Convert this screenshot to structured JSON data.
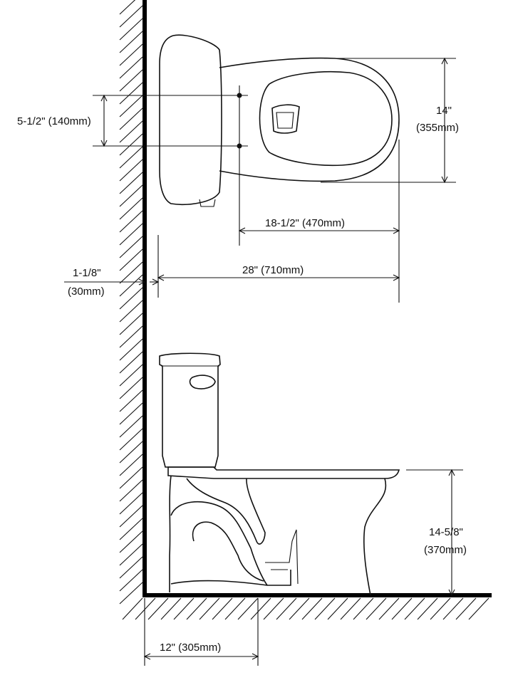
{
  "dimensions": {
    "mounting_holes": "5-1/2\" (140mm)",
    "bowl_width": {
      "imperial": "14\"",
      "metric": "(355mm)"
    },
    "bowl_length": "18-1/2\" (470mm)",
    "overall_depth": "28\" (710mm)",
    "wall_gap": {
      "imperial": "1-1/8\"",
      "metric": "(30mm)"
    },
    "seat_height": {
      "imperial": "14-5/8\"",
      "metric": "(370mm)"
    },
    "rough_in": "12\" (305mm)"
  },
  "colors": {
    "ink": "#111111",
    "background": "#ffffff"
  }
}
